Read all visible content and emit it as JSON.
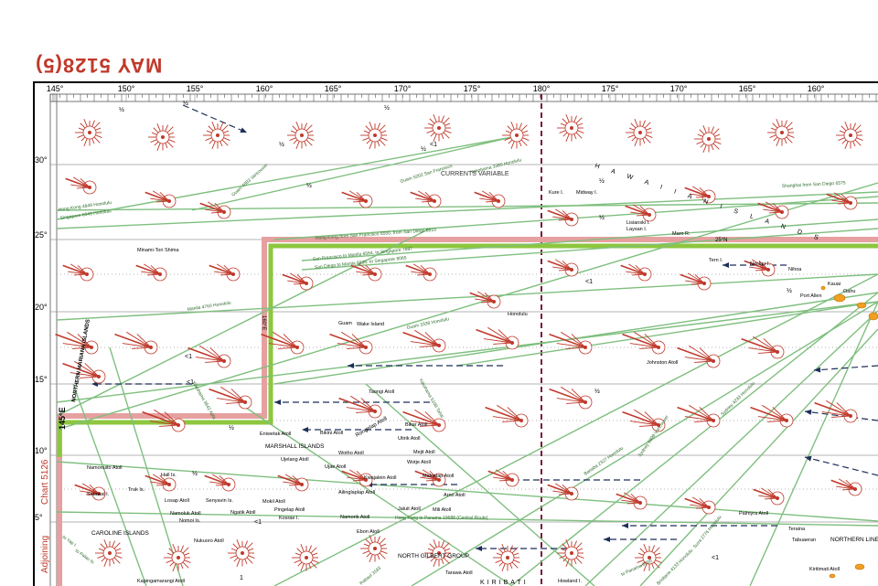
{
  "chart": {
    "title": "MAY  5128(5)",
    "accent_color": "#c0392b",
    "route_color": "#7fbf7f",
    "boundary_color": "#e6a0a0",
    "boundary_inner": "#8dc63f",
    "current_color": "#1f2f5a"
  },
  "longitudes_top": [
    "145°",
    "150°",
    "155°",
    "160°",
    "165°",
    "170°",
    "175°",
    "180°",
    "175°",
    "170°",
    "165°",
    "160°"
  ],
  "latitudes_left": [
    "30°",
    "25°",
    "20°",
    "15°",
    "10°",
    "5°"
  ],
  "side_labels": {
    "chart_ref": "Chart 5126",
    "adjoining": "Adjoining",
    "marker": "145°E"
  },
  "inline_labels": {
    "lat25n": "25°N",
    "meridian160": "160°E",
    "currents_variable": "CURRENTS VARIABLE",
    "half": "½",
    "lt1": "<1",
    "one": "1"
  },
  "place_labels": [
    "H A W A I I A N   I S L A N D S",
    "Kure I.",
    "Midway I.",
    "Lisianski I.",
    "Laysan I.",
    "Maro R.",
    "Necker I.",
    "Nihoa",
    "Tern I.",
    "Kauai",
    "Oahu",
    "Port Allen",
    "Johnston Atoll",
    "Minami-Tori Shima",
    "Wake Island",
    "NORTHERN MARIANA ISLANDS",
    "MARSHALL ISLANDS",
    "Bikini Atoll",
    "Rongelap Atoll",
    "Taongi Atoll",
    "Bikar Atoll",
    "Utirik Atoll",
    "Wotho Atoll",
    "Mejit Atoll",
    "Ujae Atoll",
    "Wotje Atoll",
    "Eniwetak Atoll",
    "Ujelang Atoll",
    "Kwajalein Atoll",
    "Maloelap Atoll",
    "Ailinglaplap Atoll",
    "Arno Atoll",
    "Jaluit Atoll",
    "Mili Atoll",
    "Namorik Atoll",
    "Kosrae I.",
    "Ebon Atoll",
    "Namonuito Atoll",
    "Hall Is.",
    "Satawal I.",
    "Truk Is.",
    "Losap Atoll",
    "Senyavin Is.",
    "Mokil Atoll",
    "Pingelap Atoll",
    "Ngatik Atoll",
    "Namoluk Atoll",
    "Nomoi Is.",
    "CAROLINE ISLANDS",
    "Nukuoro Atoll",
    "Kapingamarangi Atoll",
    "NORTH GILBERT GROUP",
    "Tarawa Atoll",
    "Howland I.",
    "KIRIBATI",
    "Palmyra Atoll",
    "Teraina",
    "Tabuaeran",
    "Kiritimati Atoll",
    "NORTHERN LINE GROUP",
    "Guam",
    "Honolulu"
  ],
  "route_labels": [
    "Hong Kong 4849 Honolulu",
    "Singapore 6049 Honolulu",
    "Guam 4883 Vancouver",
    "Guam 5202 San Francisco",
    "Yokohama 3389 Honolulu",
    "Hong Kong from San Francisco 6550, from San Diego 6910",
    "San Francisco to Manila 6564, to Singapore 7697",
    "San Diego to Manila 6935, to Singapore 8065",
    "Shanghai from San Diego 6575",
    "Manila 4760 Honolulu",
    "Guam 3336 Honolulu",
    "Yokohama 5108 Tahiti",
    "Yokohama 3942 Apia",
    "Hong Kong to Panama 10688 (Central Route)",
    "Brisbane 4133 Honolulu",
    "Sydney 4243 Honolulu",
    "Sydney 6898 Vancouver",
    "Banaba 2327 Honolulu",
    "Suva 2776 Honolulu",
    "to Yap I.",
    "to Palau Is.",
    "Rabaul 3183",
    "to Panama 6000"
  ]
}
